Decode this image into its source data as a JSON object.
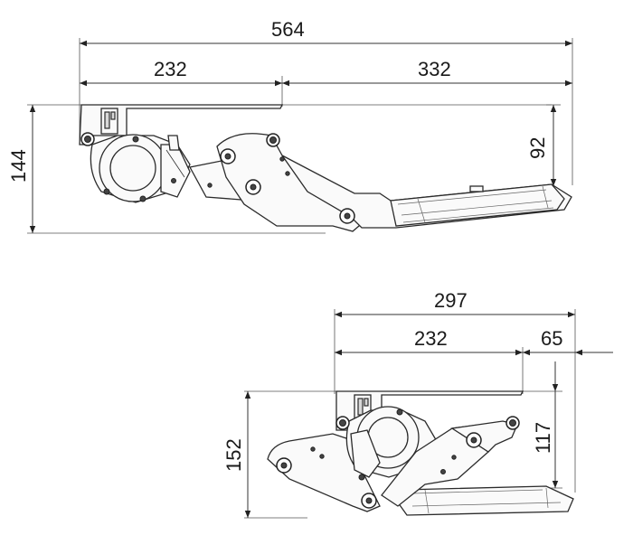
{
  "dimensions": {
    "top_overall": "564",
    "top_left": "232",
    "top_right": "332",
    "top_height": "144",
    "top_offset": "92",
    "bottom_overall": "297",
    "bottom_left": "232",
    "bottom_right": "65",
    "bottom_height": "152",
    "bottom_offset": "117"
  },
  "icons": {
    "top_view": "hinge-mechanism-extended",
    "bottom_view": "hinge-mechanism-folded"
  }
}
